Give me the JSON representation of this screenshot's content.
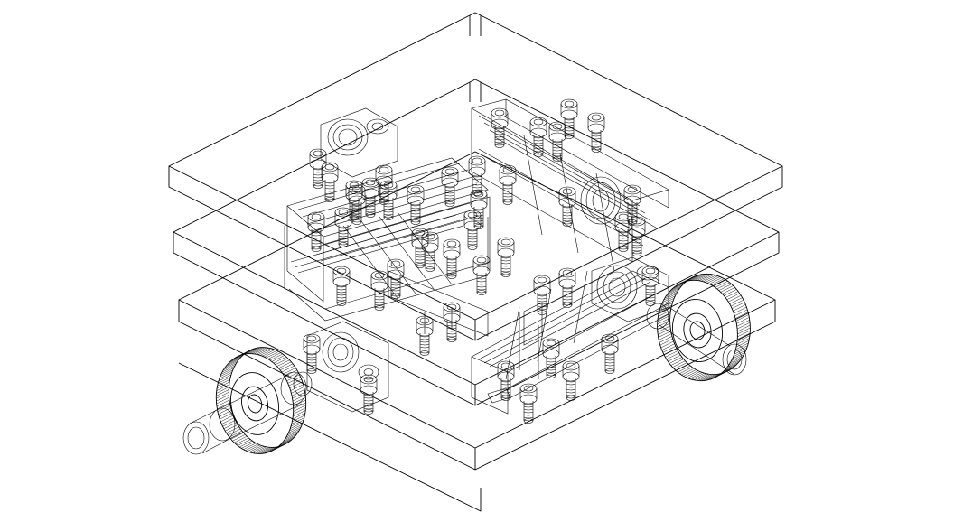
{
  "drawing": {
    "style": "isometric wireframe",
    "colors": {
      "background": "#ffffff",
      "line": "#000000"
    },
    "plates": 3,
    "components": [
      "plate",
      "rail",
      "bolt",
      "bearing-block",
      "knurled-knob",
      "shaft"
    ]
  }
}
